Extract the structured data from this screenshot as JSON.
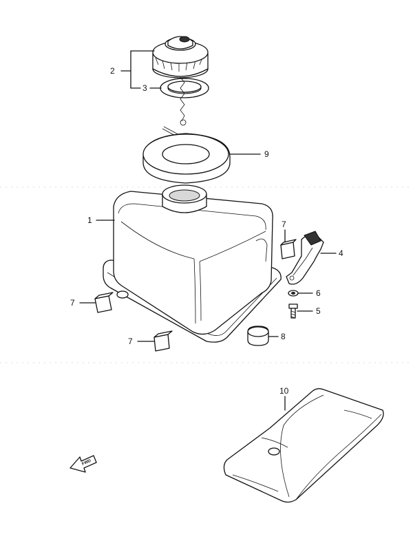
{
  "callouts": [
    {
      "id": "1",
      "label": "1"
    },
    {
      "id": "2",
      "label": "2"
    },
    {
      "id": "3",
      "label": "3"
    },
    {
      "id": "4",
      "label": "4"
    },
    {
      "id": "5",
      "label": "5"
    },
    {
      "id": "6",
      "label": "6"
    },
    {
      "id": "7a",
      "label": "7"
    },
    {
      "id": "7b",
      "label": "7"
    },
    {
      "id": "7c",
      "label": "7"
    },
    {
      "id": "8",
      "label": "8"
    },
    {
      "id": "9",
      "label": "9"
    },
    {
      "id": "10",
      "label": "10"
    }
  ],
  "fwd_mark": "FWD"
}
